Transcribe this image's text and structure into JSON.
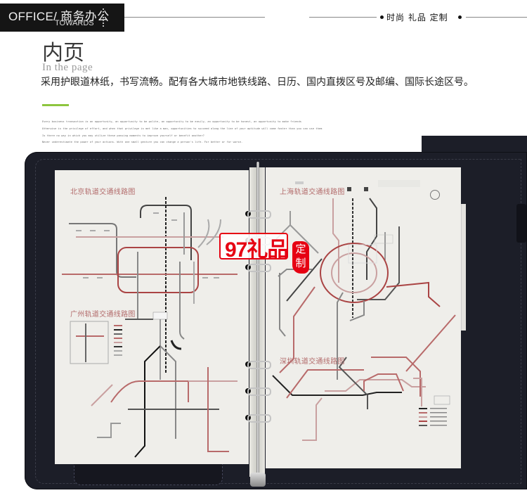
{
  "header": {
    "title": "OFFICE/ 商务办公",
    "subtitle": "TOWARDS",
    "tagline": "时尚 礼品 定制"
  },
  "section": {
    "title_cn": "内页",
    "title_en": "In the page",
    "description": "采用护眼道林纸，书写流畅。配有各大城市地铁线路、日历、国内直拨区号及邮编、国际长途区号。",
    "accent_color": "#8dc63f"
  },
  "fine_print": [
    "Every business transaction is an opportunity, an opportunity to be polite, an opportunity to be easily, an opportunity to be honest, an opportunity to make friends",
    "Otherwise is the privilege of effort, and when that privilege is met like a man, opportunities to succeed along the line of your aptitude will come faster than you can use them",
    "Is there no way in which you may utilize these passing moments to improve yourself or benefit another?",
    "Never underestimate the power of your actions. With one small gesture you can change a person's life. For better or for worse."
  ],
  "product": {
    "maps": [
      {
        "title": "北京轨道交通线路图"
      },
      {
        "title": "广州轨道交通线路图"
      },
      {
        "title": "上海轨道交通线路图"
      },
      {
        "title": "深圳轨道交通线路图"
      }
    ],
    "watermark": {
      "brand": "97礼品",
      "seal": "定制",
      "color": "#e60012"
    },
    "ring_count": 6
  }
}
